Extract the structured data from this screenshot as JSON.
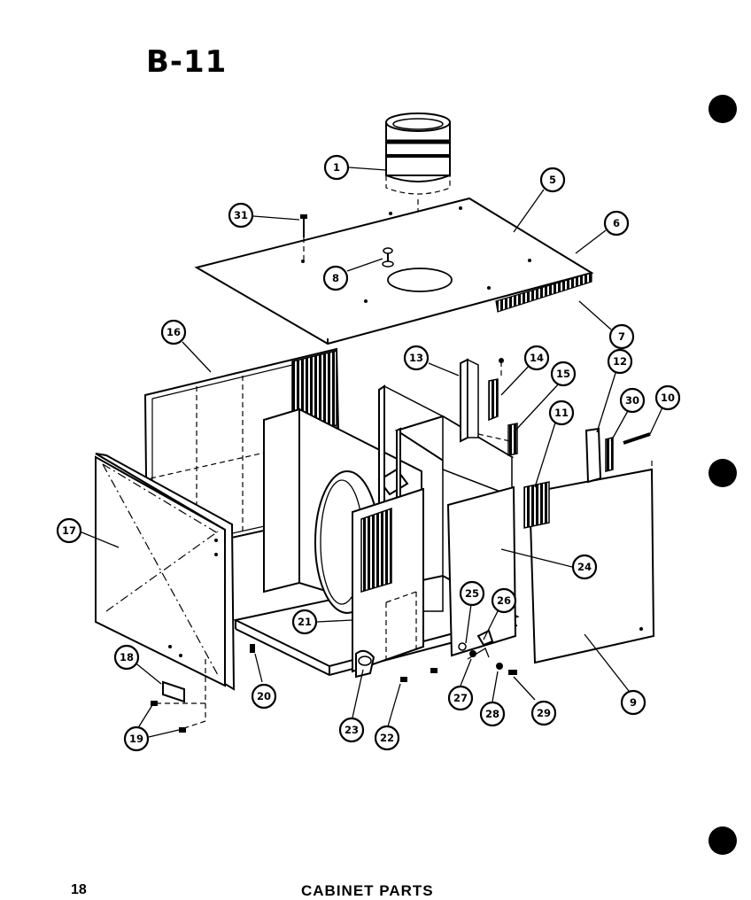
{
  "page": {
    "title": "B-11",
    "page_number": "18",
    "caption": "CABINET PARTS"
  },
  "callouts": [
    "1",
    "5",
    "6",
    "7",
    "8",
    "9",
    "11",
    "12",
    "13",
    "14",
    "15",
    "16",
    "17",
    "18",
    "19",
    "20",
    "21",
    "22",
    "23",
    "24",
    "25",
    "26",
    "27",
    "28",
    "29",
    "30",
    "31"
  ]
}
